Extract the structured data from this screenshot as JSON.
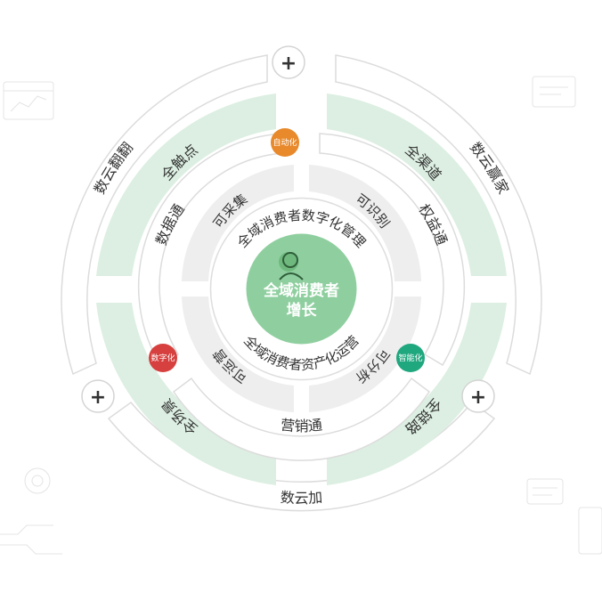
{
  "diagram": {
    "center": {
      "line1": "全域消费者",
      "line2": "增长",
      "icon": "person-icon"
    },
    "inner_arc_top": "全域消费者数字化管理",
    "inner_arc_bottom": "全域消费者资产化运营",
    "light_ring": [
      "可识别",
      "可分析",
      "可运营",
      "可采集"
    ],
    "white_ring": [
      "数据通",
      "权益通",
      "营销通"
    ],
    "green_ring": [
      "全触点",
      "全渠道",
      "全链路",
      "全场景"
    ],
    "outer_ring": [
      "数云赢家",
      "数云加",
      "数云翻翻"
    ],
    "badges": [
      {
        "label": "自动化",
        "color": "#e8892b"
      },
      {
        "label": "智能化",
        "color": "#1fa77e"
      },
      {
        "label": "数字化",
        "color": "#d6413f"
      }
    ],
    "plus_symbol": "+"
  },
  "colors": {
    "green_band": "#dcefe2",
    "light_band": "#eeeeee",
    "center_fill": "#8fcf9f",
    "stroke": "#d9d9d9"
  }
}
